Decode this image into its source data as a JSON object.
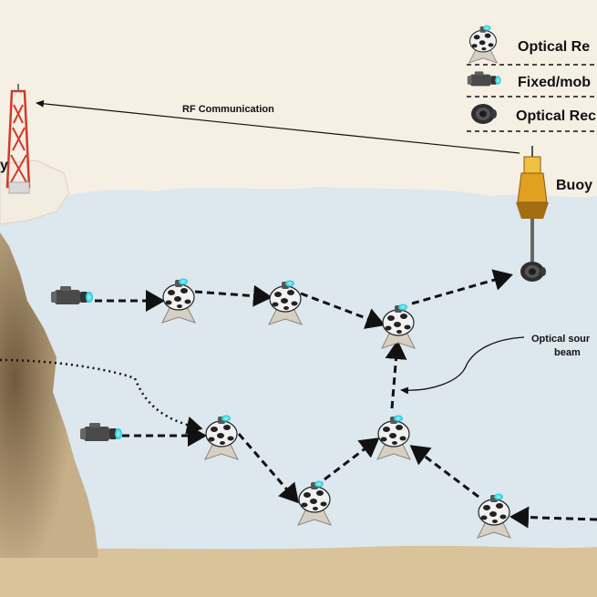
{
  "legend": {
    "items": [
      {
        "label": "Optical Re",
        "icon": "optical-relay-node-icon"
      },
      {
        "label": "Fixed/mob",
        "icon": "fixed-mobile-source-icon"
      },
      {
        "label": "Optical Rec",
        "icon": "optical-receiver-icon"
      }
    ]
  },
  "links": {
    "rf_label": "RF Communication",
    "beam_label_line1": "Optical sour",
    "beam_label_line2": "beam"
  },
  "nodes": {
    "buoy_label": "Buoy",
    "shore_label": "y"
  },
  "colors": {
    "sky": "#f6efe4",
    "sea": "#dde7ee",
    "seabed": "#d9c39a",
    "cliff": "#b9a27c",
    "tower_red": "#d23a2a",
    "led_cyan": "#35e0e6",
    "buoy_yellow": "#e0a020"
  }
}
